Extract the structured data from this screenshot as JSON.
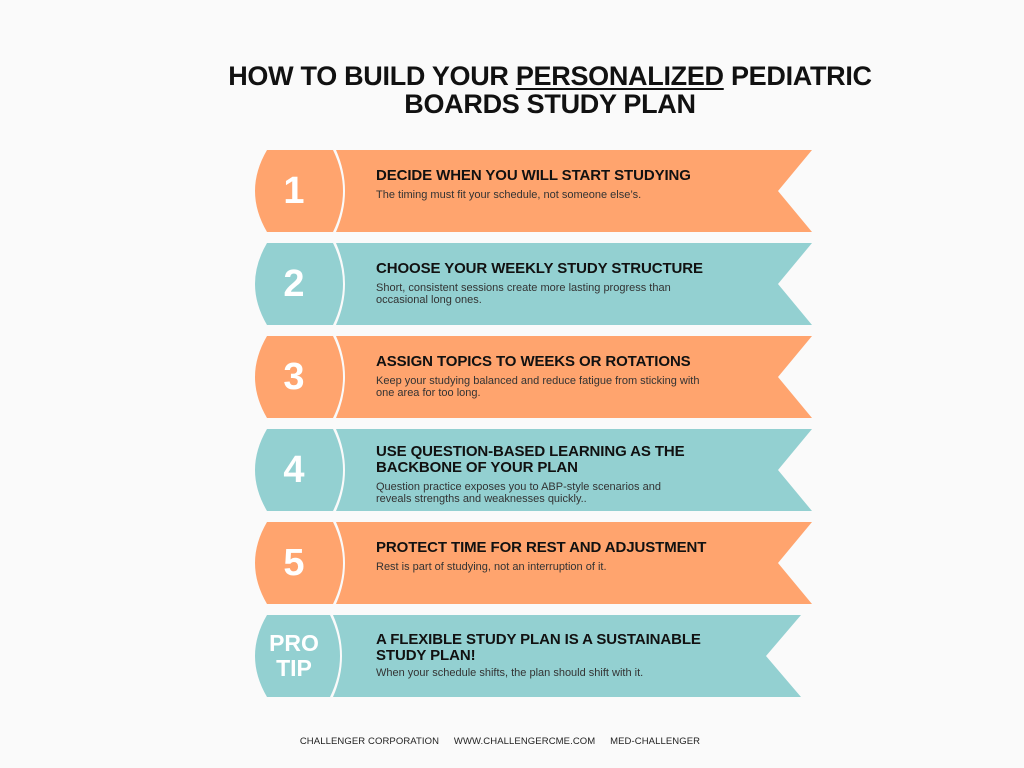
{
  "title": {
    "line1_before": "HOW TO BUILD YOUR ",
    "line1_underlined": "PERSONALIZED",
    "line1_after": " PEDIATRIC",
    "line2": "BOARDS STUDY PLAN"
  },
  "colors": {
    "orange": "#ffa46e",
    "teal": "#93d0d1",
    "background": "#fafafa"
  },
  "steps": [
    {
      "number": "1",
      "heading": "DECIDE WHEN YOU WILL START STUDYING",
      "description": "The timing must fit your schedule, not someone else’s.",
      "color": "orange"
    },
    {
      "number": "2",
      "heading": "CHOOSE YOUR WEEKLY STUDY STRUCTURE",
      "description": "Short, consistent sessions create more lasting progress than occasional long ones.",
      "color": "teal"
    },
    {
      "number": "3",
      "heading": "ASSIGN TOPICS TO WEEKS OR ROTATIONS",
      "description": "Keep your studying balanced and reduce fatigue from sticking with one area for too long.",
      "color": "orange"
    },
    {
      "number": "4",
      "heading": "USE QUESTION-BASED LEARNING AS THE BACKBONE OF YOUR PLAN",
      "description": "Question practice exposes you to ABP-style scenarios and reveals strengths and weaknesses quickly..",
      "color": "teal"
    },
    {
      "number": "5",
      "heading": "PROTECT TIME FOR REST AND ADJUSTMENT",
      "description": "Rest is part of studying, not an interruption of it.",
      "color": "orange"
    }
  ],
  "pro_tip": {
    "label_line1": "PRO",
    "label_line2": "TIP",
    "heading": "A FLEXIBLE STUDY PLAN IS A SUSTAINABLE STUDY PLAN!",
    "description": "When your schedule shifts, the plan should shift with it.",
    "color": "teal"
  },
  "footer": {
    "company": "CHALLENGER CORPORATION",
    "website": "WWW.CHALLENGERCME.COM",
    "handle": "MED-CHALLENGER"
  }
}
